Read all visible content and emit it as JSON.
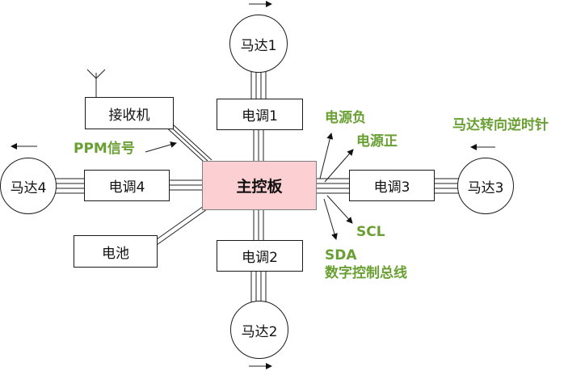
{
  "main_board": "主控板",
  "receiver": "接收机",
  "battery": "电池",
  "escs": {
    "esc1": "电调1",
    "esc2": "电调2",
    "esc3": "电调3",
    "esc4": "电调4"
  },
  "motors": {
    "m1": "马达1",
    "m2": "马达2",
    "m3": "马达3",
    "m4": "马达4"
  },
  "labels": {
    "ppm": "PPM信号",
    "power_neg": "电源负",
    "power_pos": "电源正",
    "scl": "SCL",
    "sda": "SDA",
    "bus": "数字控制总线",
    "motor3_dir": "马达转向逆时针"
  },
  "colors": {
    "annotation": "#6aa033",
    "main_fill": "#fcd0d3"
  },
  "icons": {
    "antenna": "antenna-icon",
    "arrow": "direction-arrow-icon"
  }
}
